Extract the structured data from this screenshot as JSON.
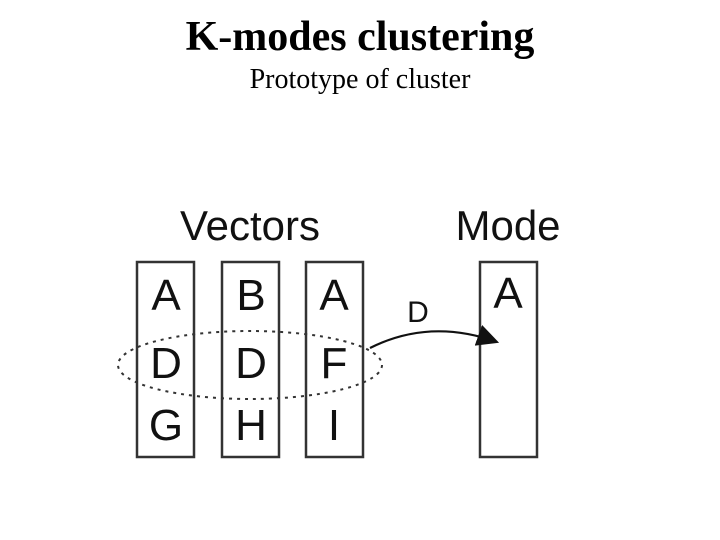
{
  "header": {
    "title": "K-modes clustering",
    "subtitle": "Prototype of cluster"
  },
  "diagram": {
    "vectors_label": "Vectors",
    "mode_label": "Mode",
    "vectors": [
      [
        "A",
        "D",
        "G"
      ],
      [
        "B",
        "D",
        "H"
      ],
      [
        "A",
        "F",
        "I"
      ]
    ],
    "arrow_label": "D",
    "mode_value": "A",
    "colors": {
      "stroke": "#333333",
      "text": "#111111",
      "background": "#ffffff"
    }
  }
}
